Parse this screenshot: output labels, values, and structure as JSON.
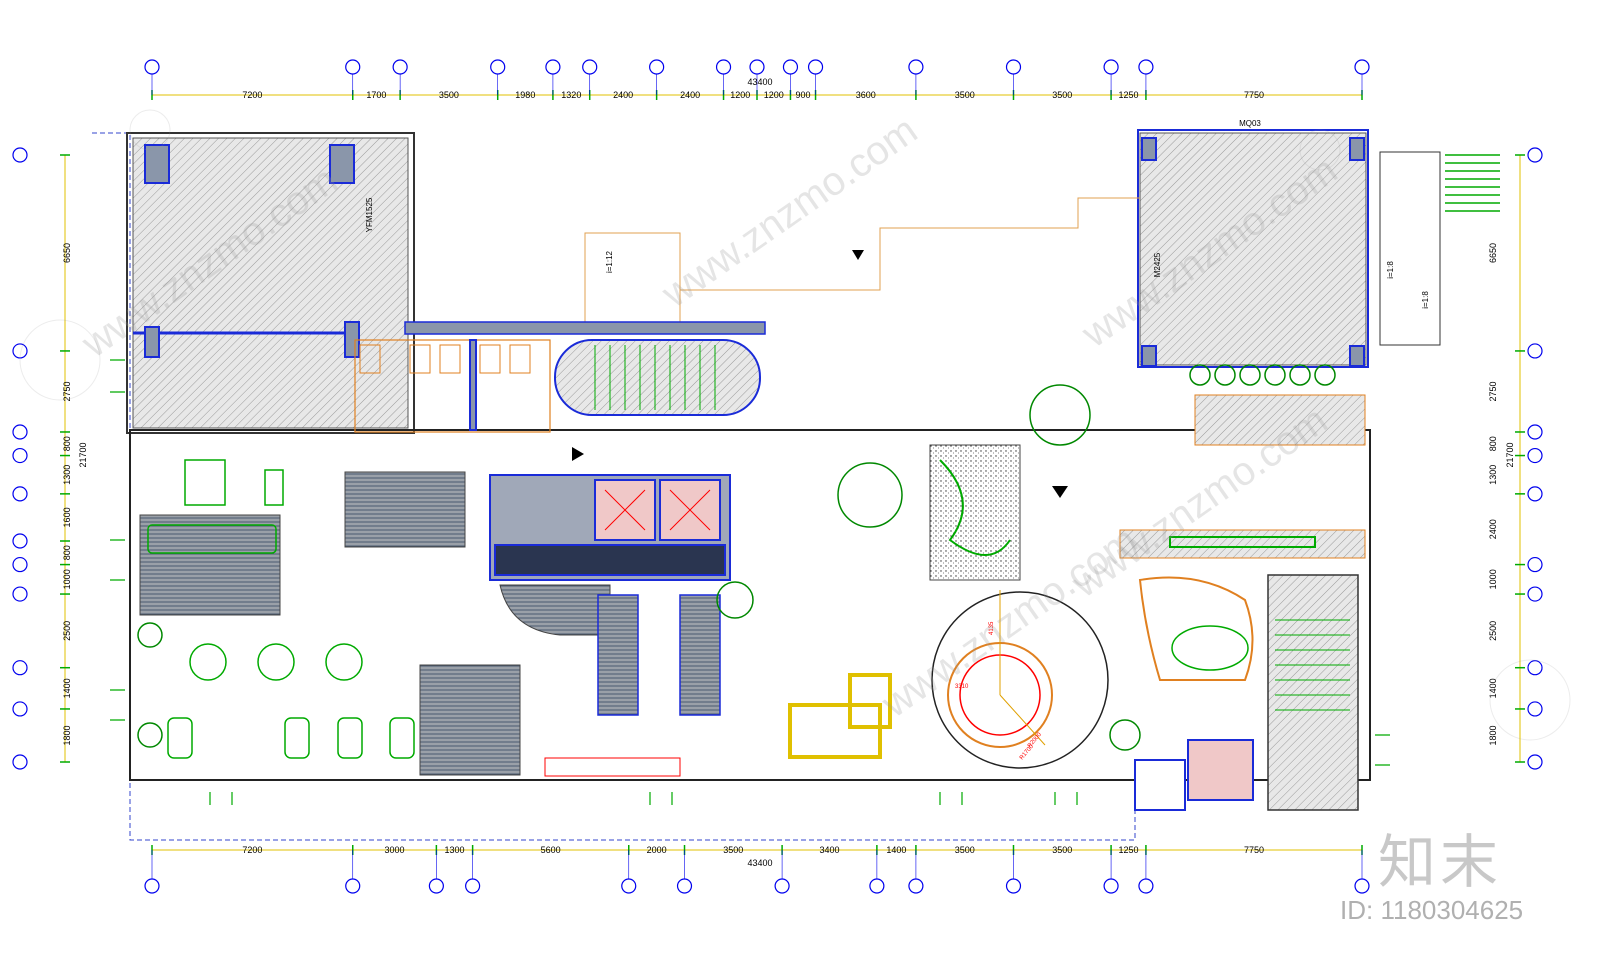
{
  "dimensions": {
    "total": "43400",
    "top": [
      "7200",
      "1700",
      "3500",
      "1980",
      "1320",
      "2400",
      "2400",
      "1200",
      "1200",
      "900",
      "3600",
      "3500",
      "3500",
      "1250",
      "7750"
    ],
    "bottom": [
      "7200",
      "3000",
      "1300",
      "5600",
      "2000",
      "3500",
      "3400",
      "1400",
      "3500",
      "3500",
      "1250",
      "7750"
    ],
    "left": [
      "6650",
      "2750",
      "800",
      "1300",
      "1600",
      "800",
      "1000",
      "2500",
      "1400",
      "1800"
    ],
    "left_total": "21700",
    "right": [
      "6650",
      "2750",
      "800",
      "1300",
      "2400",
      "1000",
      "2500",
      "1400",
      "1800"
    ],
    "right_total": "21700",
    "radii": [
      "R2000",
      "R1700"
    ],
    "misc": [
      "4135",
      "3310"
    ]
  },
  "annotations": {
    "mq03": "MQ03",
    "ym1525": "YFM1525",
    "m2425": "M2425",
    "slope_left": "i=1:12",
    "slope_r1": "i=1:8",
    "slope_r2": "i=1:8"
  },
  "brand": {
    "name": "知末",
    "id": "ID: 1180304625"
  },
  "watermark": "www.znzmo.com"
}
